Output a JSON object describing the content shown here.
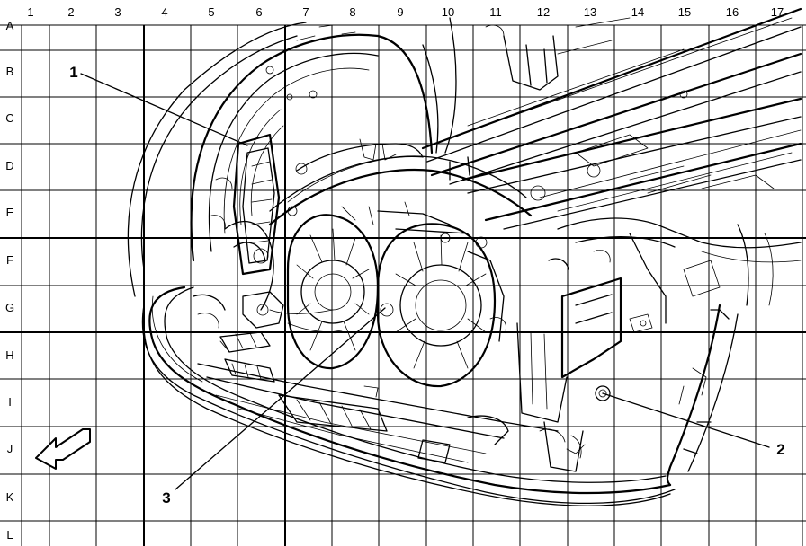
{
  "grid": {
    "columns": [
      "1",
      "2",
      "3",
      "4",
      "5",
      "6",
      "7",
      "8",
      "9",
      "10",
      "11",
      "12",
      "13",
      "14",
      "15",
      "16",
      "17"
    ],
    "rows": [
      "A",
      "B",
      "C",
      "D",
      "E",
      "F",
      "G",
      "H",
      "I",
      "J",
      "K",
      "L"
    ]
  },
  "callouts": [
    {
      "id": "1",
      "label": "1"
    },
    {
      "id": "2",
      "label": "2"
    },
    {
      "id": "3",
      "label": "3"
    }
  ],
  "icons": {
    "direction": "front-arrow-icon"
  }
}
